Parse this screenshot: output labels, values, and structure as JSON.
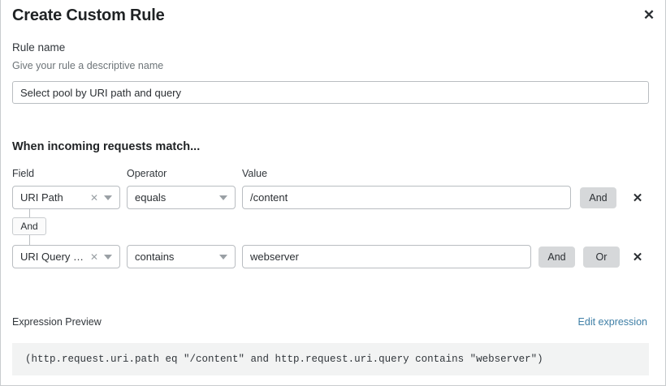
{
  "modal": {
    "title": "Create Custom Rule",
    "close_icon": "close-icon"
  },
  "rule_name": {
    "label": "Rule name",
    "description": "Give your rule a descriptive name",
    "value": "Select pool by URI path and query",
    "placeholder": "Select pool by URI path and query"
  },
  "conditions": {
    "section_heading": "When incoming requests match...",
    "columns": {
      "field": "Field",
      "operator": "Operator",
      "value": "Value"
    },
    "connector": {
      "label": "And"
    },
    "rows": [
      {
        "field": "URI Path",
        "operator": "equals",
        "value": "/content",
        "clear_icon": "clear-x-icon",
        "caret_icon": "chevron-down-icon",
        "and_label": "And",
        "delete_icon": "delete-x-icon"
      },
      {
        "field": "URI Query St...",
        "operator": "contains",
        "value": "webserver",
        "clear_icon": "clear-x-icon",
        "caret_icon": "chevron-down-icon",
        "and_label": "And",
        "or_label": "Or",
        "delete_icon": "delete-x-icon"
      }
    ]
  },
  "expression": {
    "label": "Expression Preview",
    "edit_link": "Edit expression",
    "text": "(http.request.uri.path eq \"/content\" and http.request.uri.query contains \"webserver\")"
  },
  "colors": {
    "accent_link": "#3f7fa6",
    "button_gray": "#d6d8da",
    "border": "#b9bdc1",
    "band_bg": "#f2f3f3"
  }
}
